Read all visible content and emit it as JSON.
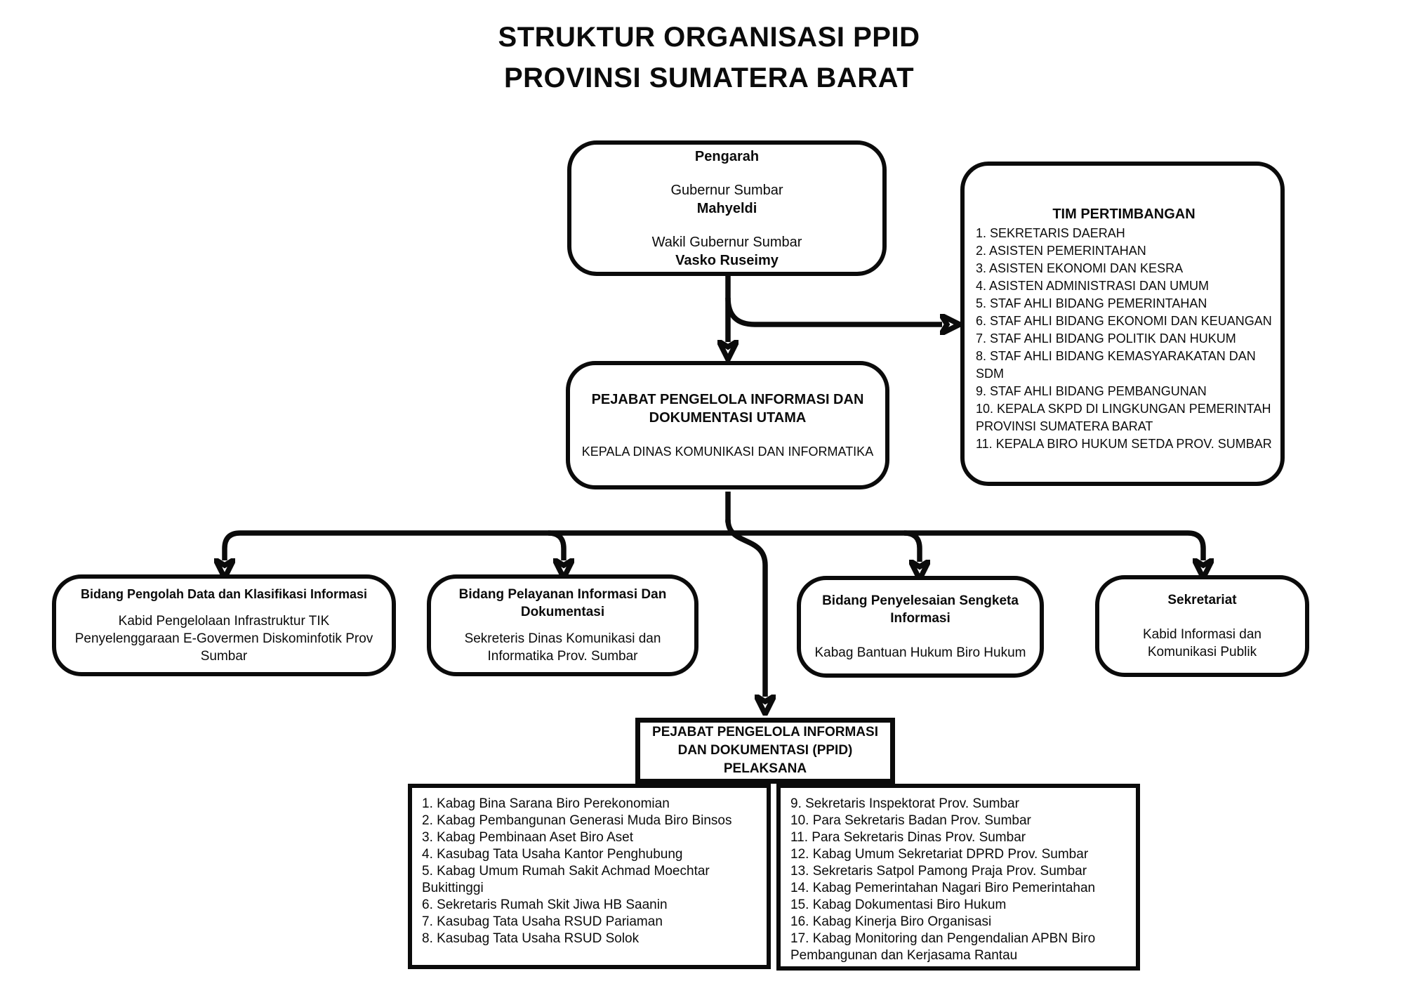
{
  "title": {
    "line1": "STRUKTUR ORGANISASI PPID",
    "line2": "PROVINSI SUMATERA BARAT"
  },
  "pengarah": {
    "heading": "Pengarah",
    "role1": "Gubernur Sumbar",
    "name1": "Mahyeldi",
    "role2": "Wakil Gubernur Sumbar",
    "name2": "Vasko Ruseimy"
  },
  "tim_pertimbangan": {
    "heading": "TIM PERTIMBANGAN",
    "items": [
      "1. SEKRETARIS DAERAH",
      "2. ASISTEN PEMERINTAHAN",
      "3. ASISTEN EKONOMI DAN KESRA",
      "4. ASISTEN ADMINISTRASI DAN UMUM",
      "5. STAF AHLI BIDANG PEMERINTAHAN",
      "6. STAF AHLI BIDANG EKONOMI DAN KEUANGAN",
      "7. STAF AHLI BIDANG POLITIK DAN HUKUM",
      "8. STAF AHLI BIDANG KEMASYARAKATAN DAN SDM",
      "9. STAF AHLI BIDANG PEMBANGUNAN",
      "10. KEPALA SKPD DI LINGKUNGAN PEMERINTAH PROVINSI SUMATERA BARAT",
      "11. KEPALA BIRO HUKUM SETDA PROV. SUMBAR"
    ]
  },
  "ppid_utama": {
    "heading": "PEJABAT PENGELOLA INFORMASI DAN DOKUMENTASI UTAMA",
    "subtitle": "KEPALA DINAS KOMUNIKASI DAN INFORMATIKA"
  },
  "bidang": [
    {
      "heading": "Bidang Pengolah Data dan Klasifikasi Informasi",
      "subtitle": "Kabid Pengelolaan Infrastruktur TIK Penyelenggaraan E-Govermen Diskominfotik Prov Sumbar"
    },
    {
      "heading": "Bidang Pelayanan Informasi Dan Dokumentasi",
      "subtitle": "Sekreteris Dinas Komunikasi dan Informatika Prov. Sumbar"
    },
    {
      "heading": "Bidang Penyelesaian Sengketa Informasi",
      "subtitle": "Kabag Bantuan Hukum Biro Hukum"
    },
    {
      "heading": "Sekretariat",
      "subtitle": "Kabid Informasi dan Komunikasi Publik"
    }
  ],
  "ppid_pelaksana": {
    "heading": "PEJABAT PENGELOLA INFORMASI DAN DOKUMENTASI (PPID) PELAKSANA",
    "list_left": [
      "1. Kabag Bina Sarana Biro Perekonomian",
      "2. Kabag Pembangunan Generasi Muda Biro Binsos",
      "3. Kabag Pembinaan Aset Biro Aset",
      "4. Kasubag Tata Usaha Kantor Penghubung",
      "5. Kabag Umum Rumah Sakit Achmad Moechtar Bukittinggi",
      "6. Sekretaris Rumah Skit Jiwa HB Saanin",
      "7. Kasubag Tata Usaha RSUD Pariaman",
      "8. Kasubag Tata Usaha RSUD Solok"
    ],
    "list_right": [
      "9. Sekretaris Inspektorat Prov. Sumbar",
      "10. Para Sekretaris Badan Prov. Sumbar",
      "11. Para Sekretaris Dinas Prov. Sumbar",
      "12. Kabag Umum Sekretariat DPRD Prov. Sumbar",
      "13. Sekretaris Satpol Pamong Praja Prov. Sumbar",
      "14. Kabag Pemerintahan Nagari Biro Pemerintahan",
      "15. Kabag Dokumentasi Biro Hukum",
      "16. Kabag Kinerja Biro Organisasi",
      "17. Kabag Monitoring dan Pengendalian APBN Biro Pembangunan dan Kerjasama Rantau"
    ]
  },
  "colors": {
    "line": "#0b0b0b",
    "background": "#ffffff",
    "text": "#0b0b0b"
  }
}
